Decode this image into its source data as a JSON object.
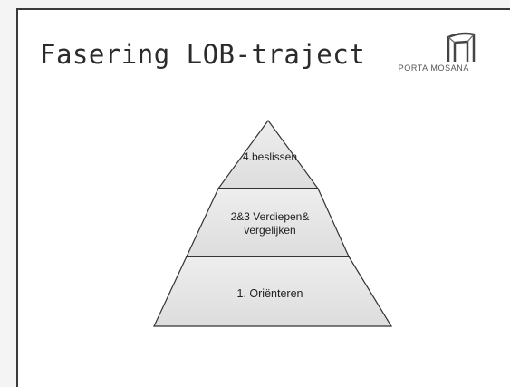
{
  "slide": {
    "title": "Fasering LOB-traject",
    "logo": {
      "text": "PORTA MOSANA",
      "mark": "porta-mosana-gate-logo"
    }
  },
  "pyramid": {
    "levels": [
      {
        "label": "4.beslissen"
      },
      {
        "label": "2&3 Verdiepen& vergelijken"
      },
      {
        "label": "1. Oriënteren"
      }
    ]
  },
  "colors": {
    "pyramid_fill": "#e6e6e6",
    "pyramid_stroke": "#333333",
    "text": "#2b2b2b"
  }
}
